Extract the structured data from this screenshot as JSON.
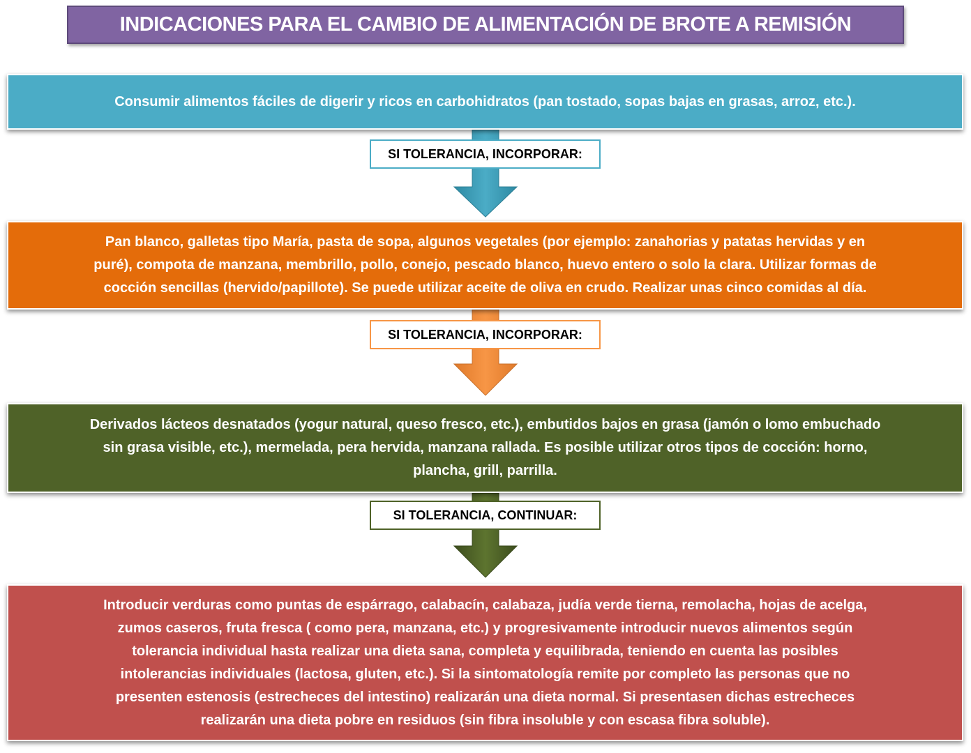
{
  "title": "INDICACIONES PARA EL CAMBIO DE ALIMENTACIÓN DE BROTE A REMISIÓN",
  "colors": {
    "title_bg": "#8064a2",
    "step1": "#4bacc6",
    "step2": "#e46c0a",
    "step3": "#4f6228",
    "step4": "#c0504d",
    "arrow1": "#4bacc6",
    "arrow2": "#f79646",
    "arrow3": "#4f6228"
  },
  "steps": [
    {
      "lines": [
        "Consumir alimentos fáciles de digerir y ricos en carbohidratos (pan tostado, sopas bajas en grasas, arroz, etc.)."
      ]
    },
    {
      "lines": [
        "Pan blanco, galletas tipo María, pasta de sopa, algunos vegetales (por ejemplo: zanahorias y patatas hervidas y en",
        "puré), compota de manzana, membrillo,  pollo, conejo, pescado blanco, huevo entero o solo la clara. Utilizar formas de",
        "cocción sencillas (hervido/papillote). Se puede utilizar aceite de oliva en crudo. Realizar unas cinco comidas al día."
      ]
    },
    {
      "lines": [
        "Derivados lácteos desnatados  (yogur natural, queso fresco, etc.), embutidos bajos en grasa (jamón o lomo embuchado",
        "sin grasa visible, etc.), mermelada, pera hervida, manzana rallada. Es posible utilizar otros tipos de cocción: horno,",
        "plancha, grill, parrilla."
      ]
    },
    {
      "lines": [
        "Introducir verduras como puntas de espárrago, calabacín, calabaza, judía verde tierna, remolacha, hojas de acelga,",
        "zumos caseros, fruta fresca ( como pera, manzana, etc.) y progresivamente introducir nuevos alimentos según",
        "tolerancia individual hasta realizar una dieta sana, completa y equilibrada, teniendo en cuenta las posibles",
        "intolerancias individuales (lactosa, gluten, etc.). Si la sintomatología remite por completo las personas que no",
        "presenten estenosis (estrecheces del intestino) realizarán una dieta normal. Si presentasen dichas estrecheces",
        "realizarán una dieta pobre en residuos (sin fibra insoluble y con escasa fibra soluble)."
      ]
    }
  ],
  "connectors": [
    {
      "label": "SI TOLERANCIA, INCORPORAR:",
      "icon": "down-arrow-icon"
    },
    {
      "label": "SI TOLERANCIA, INCORPORAR:",
      "icon": "down-arrow-icon"
    },
    {
      "label": "SI TOLERANCIA, CONTINUAR:",
      "icon": "down-arrow-icon"
    }
  ]
}
